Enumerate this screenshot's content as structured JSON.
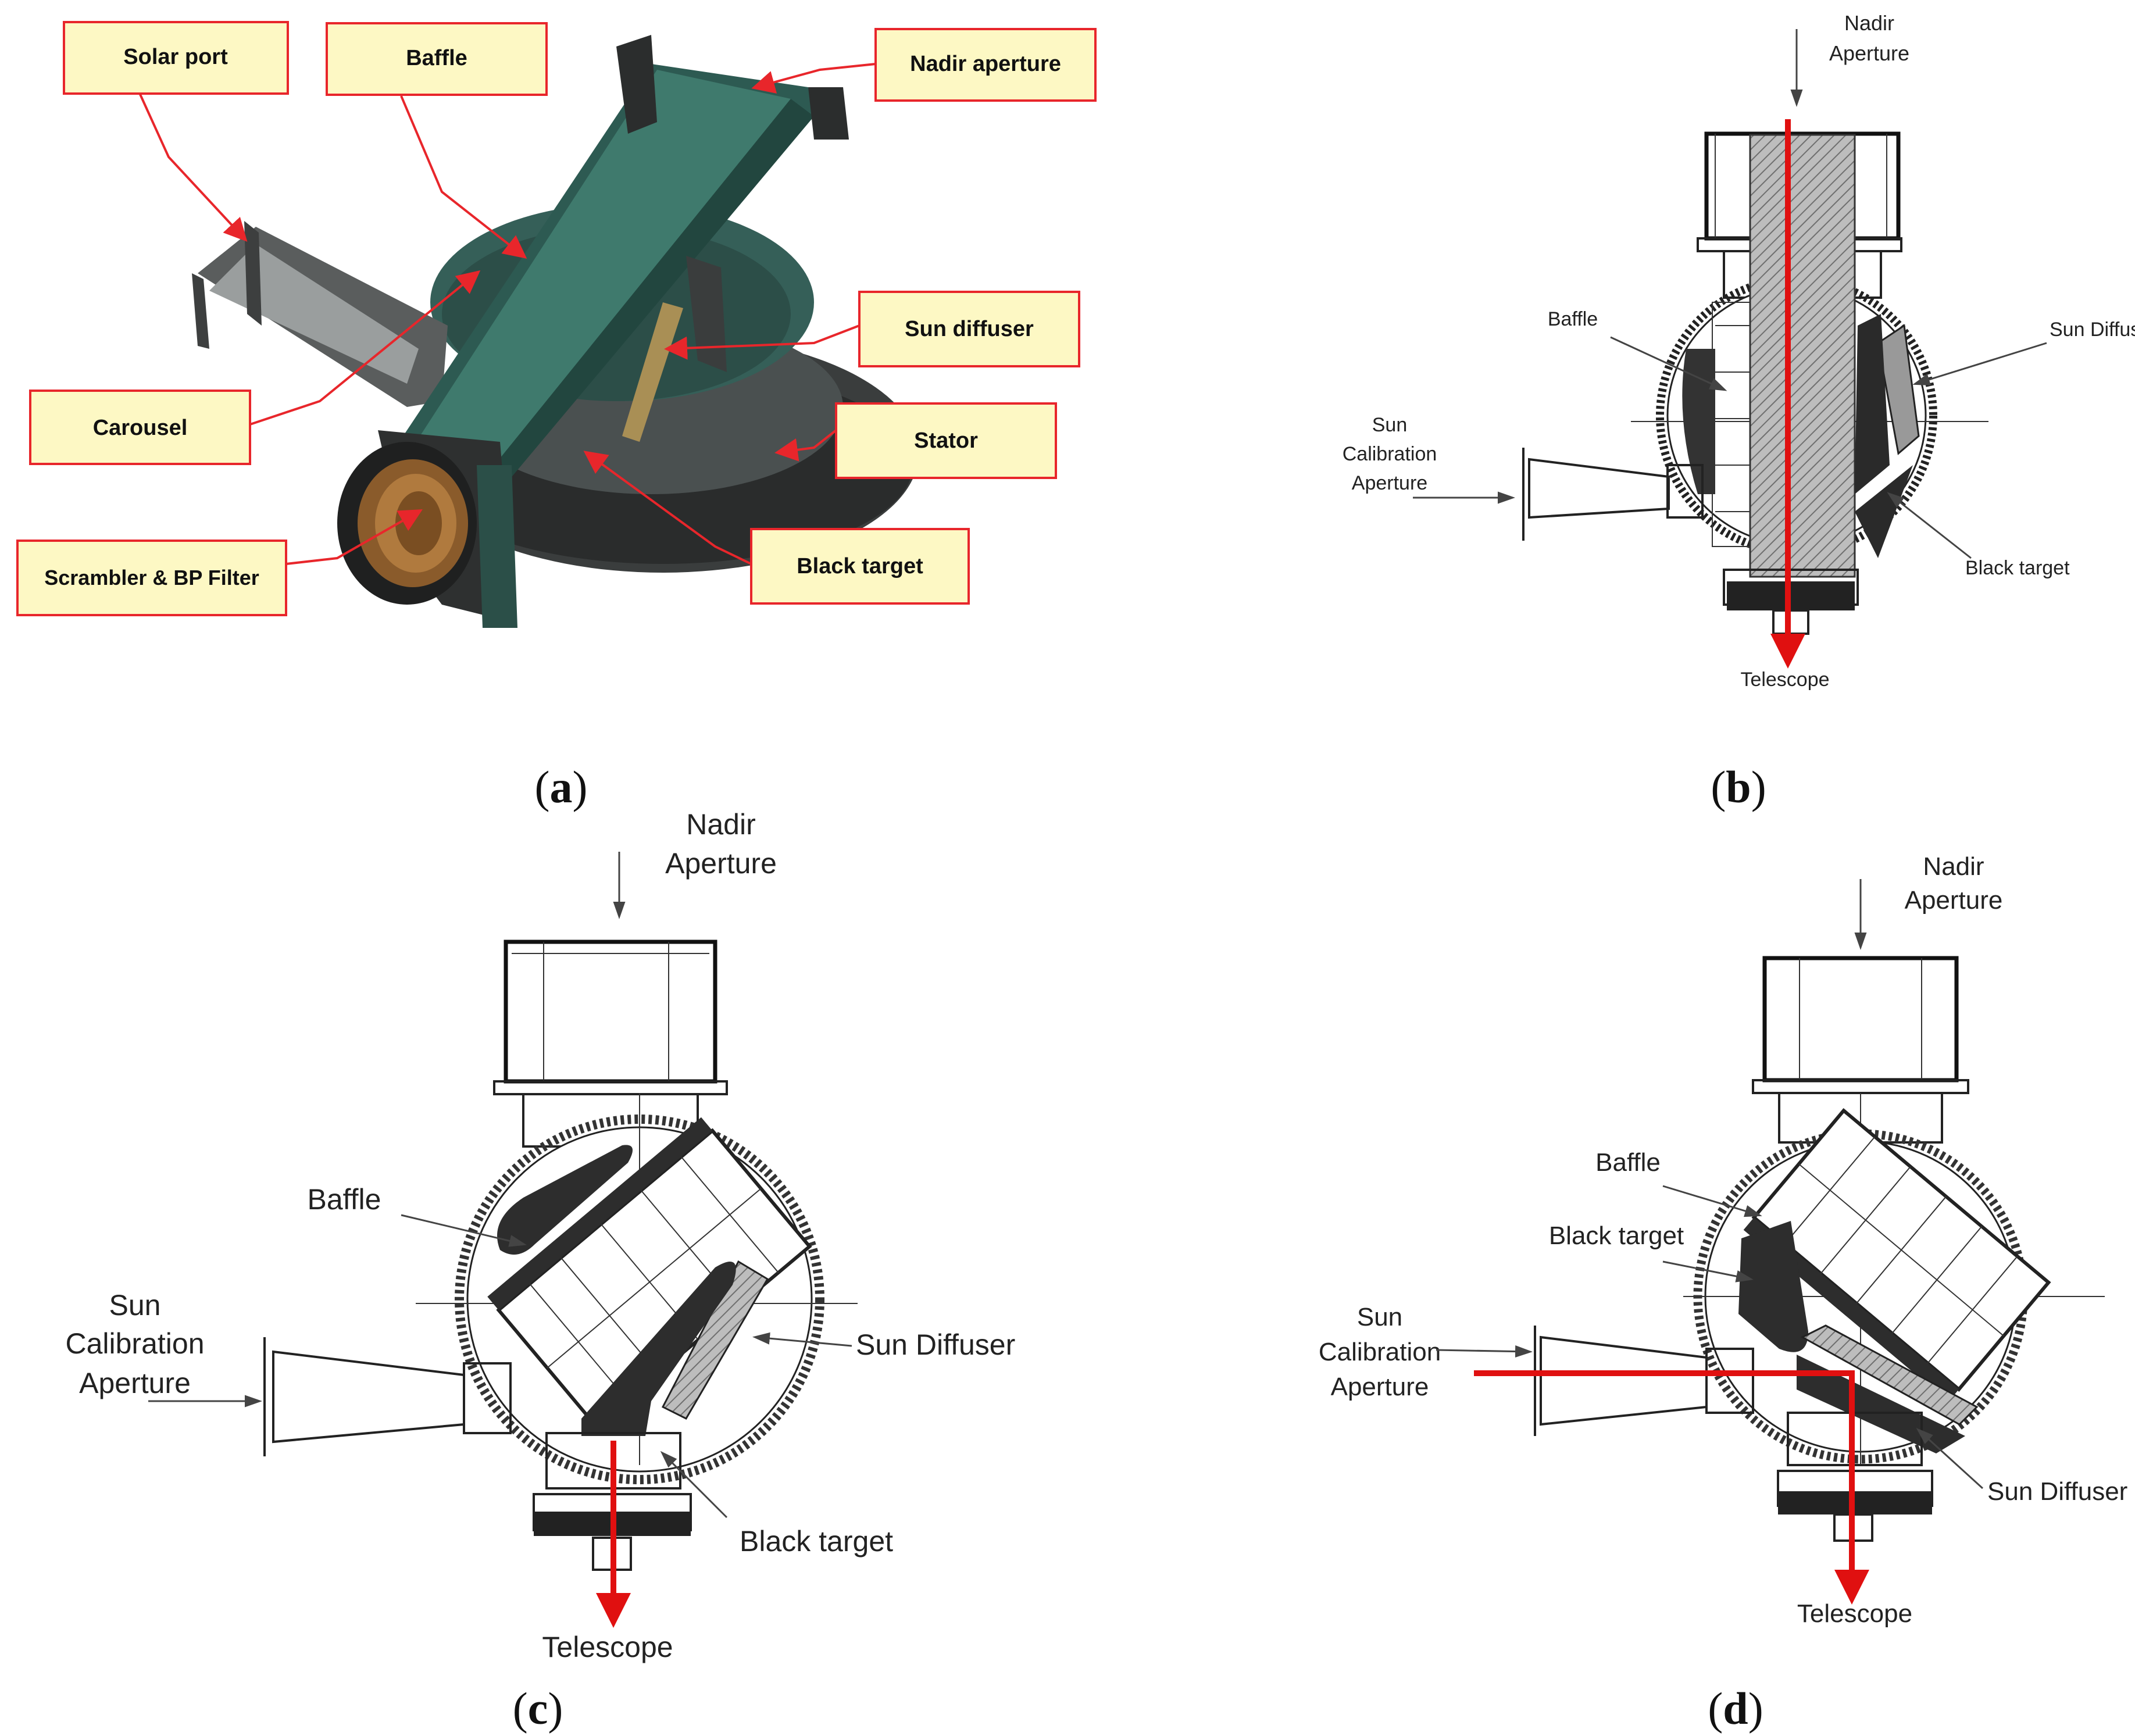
{
  "colors": {
    "callout_fill": "#fdf8c4",
    "callout_border": "#e8262b",
    "leader_red": "#e8262b",
    "light_path_red": "#e01010",
    "baffle_green": "#3d6b5e",
    "housing_dark": "#2f3232",
    "line_black": "#222222"
  },
  "panel_a": {
    "caption_letter": "a",
    "callouts": [
      {
        "id": "solar-port",
        "text": "Solar port"
      },
      {
        "id": "baffle",
        "text": "Baffle"
      },
      {
        "id": "nadir-aperture",
        "text": "Nadir aperture"
      },
      {
        "id": "sun-diffuser",
        "text": "Sun diffuser"
      },
      {
        "id": "carousel",
        "text": "Carousel"
      },
      {
        "id": "stator",
        "text": "Stator"
      },
      {
        "id": "scrambler-bp-filter",
        "text": "Scrambler & BP Filter"
      },
      {
        "id": "black-target",
        "text": "Black target"
      }
    ]
  },
  "panel_b": {
    "caption_letter": "b",
    "labels": {
      "nadir_line1": "Nadir",
      "nadir_line2": "Aperture",
      "baffle": "Baffle",
      "sun_diffuser": "Sun Diffuser",
      "sun_line1": "Sun",
      "sun_line2": "Calibration",
      "sun_line3": "Aperture",
      "black_target": "Black target",
      "telescope": "Telescope"
    }
  },
  "panel_c": {
    "caption_letter": "c",
    "labels": {
      "nadir_line1": "Nadir",
      "nadir_line2": "Aperture",
      "baffle": "Baffle",
      "sun_diffuser": "Sun Diffuser",
      "sun_line1": "Sun",
      "sun_line2": "Calibration",
      "sun_line3": "Aperture",
      "black_target": "Black target",
      "telescope": "Telescope"
    }
  },
  "panel_d": {
    "caption_letter": "d",
    "labels": {
      "nadir_line1": "Nadir",
      "nadir_line2": "Aperture",
      "baffle": "Baffle",
      "black_target": "Black target",
      "sun_line1": "Sun",
      "sun_line2": "Calibration",
      "sun_line3": "Aperture",
      "sun_diffuser": "Sun Diffuser",
      "telescope": "Telescope"
    }
  }
}
